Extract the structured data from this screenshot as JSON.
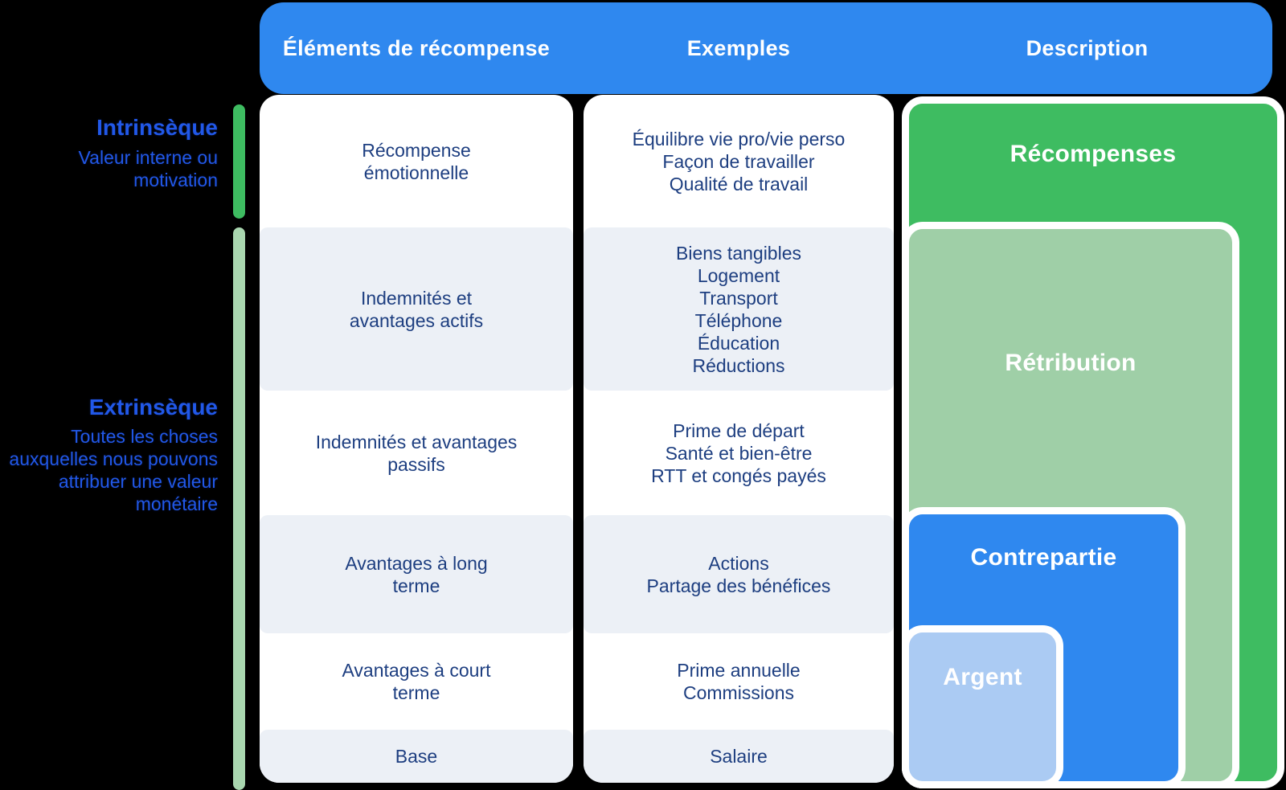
{
  "header": {
    "columns": [
      {
        "label": "Éléments de récompense"
      },
      {
        "label": "Exemples"
      },
      {
        "label": "Description"
      }
    ]
  },
  "sidebar": {
    "intrinsic": {
      "title": "Intrinsèque",
      "description_lines": [
        "Valeur interne ou",
        "motivation"
      ]
    },
    "extrinsic": {
      "title": "Extrinsèque",
      "description_lines": [
        "Toutes les choses",
        "auxquelles nous pouvons",
        "attribuer une valeur",
        "monétaire"
      ]
    }
  },
  "table": {
    "rows": [
      {
        "element_lines": [
          "Récompense",
          "émotionnelle"
        ],
        "example_lines": [
          "Équilibre vie pro/vie perso",
          "Façon de travailler",
          "Qualité de travail"
        ],
        "shaded": false
      },
      {
        "element_lines": [
          "Indemnités et",
          "avantages actifs"
        ],
        "example_lines": [
          "Biens tangibles",
          "Logement",
          "Transport",
          "Téléphone",
          "Éducation",
          "Réductions"
        ],
        "shaded": true
      },
      {
        "element_lines": [
          "Indemnités et avantages",
          "passifs"
        ],
        "example_lines": [
          "Prime de départ",
          "Santé et bien-être",
          "RTT et congés payés"
        ],
        "shaded": false
      },
      {
        "element_lines": [
          "Avantages à long",
          "terme"
        ],
        "example_lines": [
          "Actions",
          "Partage des bénéfices"
        ],
        "shaded": true
      },
      {
        "element_lines": [
          "Avantages à court",
          "terme"
        ],
        "example_lines": [
          "Prime annuelle",
          "Commissions"
        ],
        "shaded": false
      },
      {
        "element_lines": [
          "Base"
        ],
        "example_lines": [
          "Salaire"
        ],
        "shaded": true
      }
    ]
  },
  "description_column": {
    "boxes": [
      {
        "label": "Récompenses",
        "color": "#3ebc61"
      },
      {
        "label": "Rétribution",
        "color": "#9fcfa7"
      },
      {
        "label": "Contrepartie",
        "color": "#2f88ef"
      },
      {
        "label": "Argent",
        "color": "#abcbf3"
      }
    ]
  },
  "colors": {
    "header_blue": "#2f88ef",
    "green": "#3ebc61",
    "light_green": "#9fcfa7",
    "light_blue": "#abcbf3",
    "navy_text": "#1d3e80",
    "sidebar_blue": "#2158e8",
    "row_shaded": "#ecf0f6",
    "row_plain": "#ffffff",
    "bar_intrinsic": "#3ebc61",
    "bar_extrinsic": "#a9d6af",
    "background": "#000000"
  }
}
